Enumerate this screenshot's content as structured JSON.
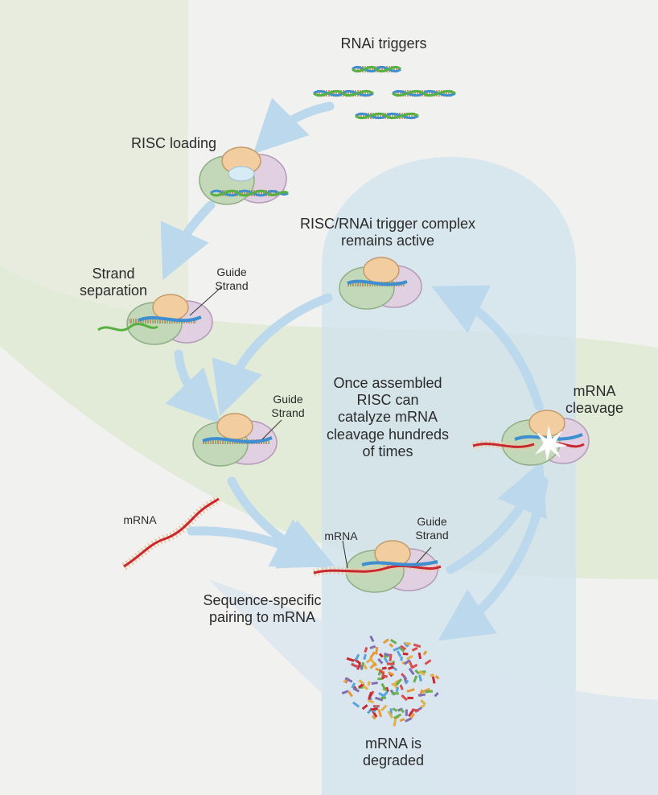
{
  "diagram": {
    "labels": {
      "rnai_triggers": "RNAi triggers",
      "risc_loading": "RISC loading",
      "complex_active": "RISC/RNAi trigger complex\nremains active",
      "strand_separation": "Strand\nseparation",
      "guide_strand_1": "Guide\nStrand",
      "guide_strand_2": "Guide\nStrand",
      "guide_strand_3": "Guide\nStrand",
      "center_text": "Once assembled\nRISC can\ncatalyze mRNA\ncleavage hundreds\nof times",
      "mrna_cleavage": "mRNA\ncleavage",
      "mrna_left": "mRNA",
      "mrna_pair": "mRNA",
      "pairing": "Sequence-specific\npairing to mRNA",
      "degraded": "mRNA is\ndegraded"
    },
    "colors": {
      "risc_green": "#c3d8b8",
      "risc_purple": "#e0d0e1",
      "risc_peach": "#f2cda0",
      "guide_blue": "#3f8fd0",
      "mrna_red": "#c8282e",
      "arrow_blue": "#b9d6ea"
    }
  }
}
